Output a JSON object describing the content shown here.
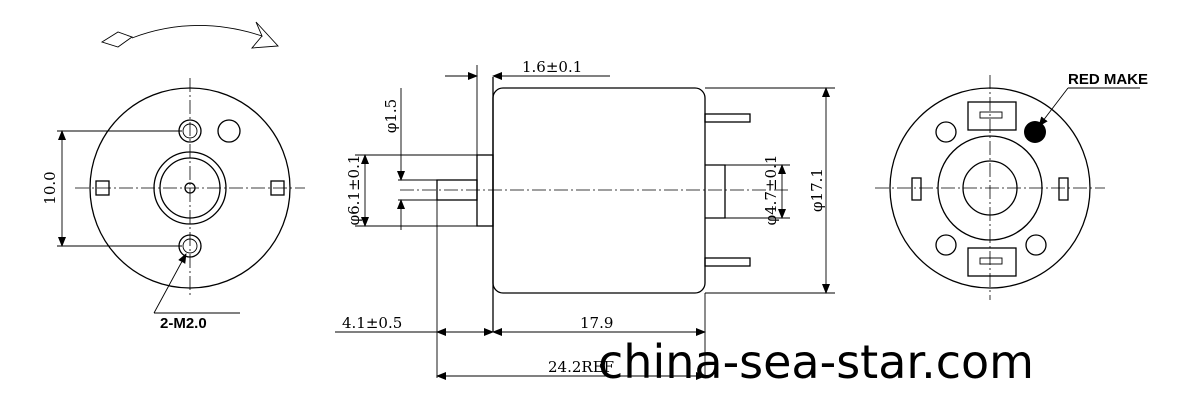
{
  "labels": {
    "red_make": "RED MAKE",
    "mount_holes": "2-M2.0"
  },
  "dimensions": {
    "flange": "1.6±0.1",
    "shaft_dia": "φ1.5",
    "hole_spacing": "10.0",
    "boss_dia": "φ6.1±0.1",
    "terminal_dia": "φ4.7±0.1",
    "body_dia": "φ17.1",
    "shaft_len": "4.1±0.5",
    "body_len": "17.9",
    "overall_len": "24.2REF"
  },
  "watermark": "china-sea-star.com",
  "colors": {
    "line": "#000000",
    "background": "#ffffff"
  }
}
